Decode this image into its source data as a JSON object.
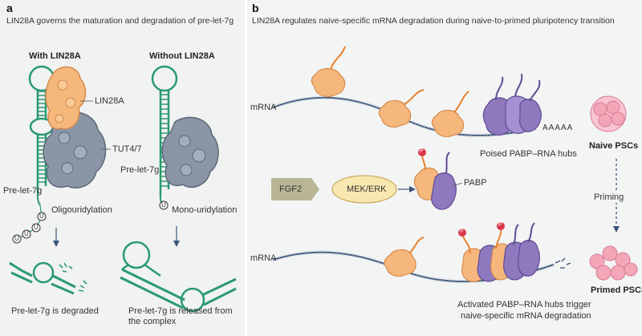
{
  "panel_a": {
    "label": "a",
    "title": "LIN28A governs the maturation and degradation of pre-let-7g",
    "with_heading": "With LIN28A",
    "without_heading": "Without LIN28A",
    "lin28a": "LIN28A",
    "tut": "TUT4/7",
    "prelet_left": "Pre-let-7g",
    "prelet_right": "Pre-let-7g",
    "oligo": "Oligouridylation",
    "mono": "Mono-uridylation",
    "u_letter": "U",
    "degraded": "Pre-let-7g is degraded",
    "released": "Pre-let-7g is released from the complex"
  },
  "panel_b": {
    "label": "b",
    "title": "LIN28A regulates naive-specific mRNA degradation during naive-to-primed pluripotency transition",
    "mrna_top": "mRNA",
    "polya": "AAAAA",
    "poised": "Poised PABP–RNA hubs",
    "naive": "Naive PSCs",
    "fgf2": "FGF2",
    "mekerk": "MEK/ERK",
    "phos": "P",
    "pabp": "PABP",
    "priming": "Priming",
    "mrna_bottom": "mRNA",
    "activated_line1": "Activated PABP–RNA hubs trigger",
    "activated_line2": "naive-specific mRNA degradation",
    "primed": "Primed PSCs"
  },
  "colors": {
    "rna_green": "#2a9a73",
    "lin28a_orange": "#f6b77d",
    "tut_gray": "#8a96a6",
    "pabp_purple": "#8e79bf",
    "mrna_blue": "#3b5578",
    "cell_pink": "#f3a6b8",
    "phospho_red": "#d8394b",
    "mek_yellow": "#f8e8b0",
    "fgf2_olive": "#b8b694"
  }
}
